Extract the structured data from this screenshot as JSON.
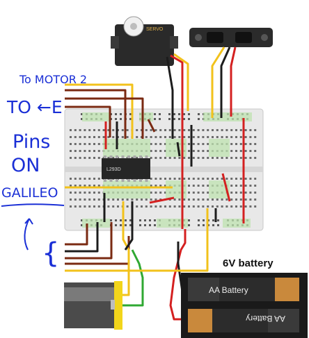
{
  "servo": {
    "label": "SERVO"
  },
  "chip": {
    "label": "L293D"
  },
  "battery_title": "6V battery",
  "battery_cells": [
    {
      "label": "AA Battery"
    },
    {
      "label": "AA Battery"
    }
  ],
  "annotations": {
    "line1": "To MOTOR 2",
    "line2": "TO ",
    "line2_arrow": "←",
    "line2_tail": "E",
    "line3": "Pins",
    "line4": "ON",
    "line5": "GALILEO",
    "brace": "{"
  },
  "colors": {
    "wire_red": "#d42020",
    "wire_black": "#1c1c1c",
    "wire_yellow": "#f2c21b",
    "wire_brown": "#7a2a12",
    "wire_green": "#2fa832",
    "ink": "#1a2fd6",
    "breadboard": "#e9e9e9",
    "rail_green": "#bfe3b0"
  }
}
